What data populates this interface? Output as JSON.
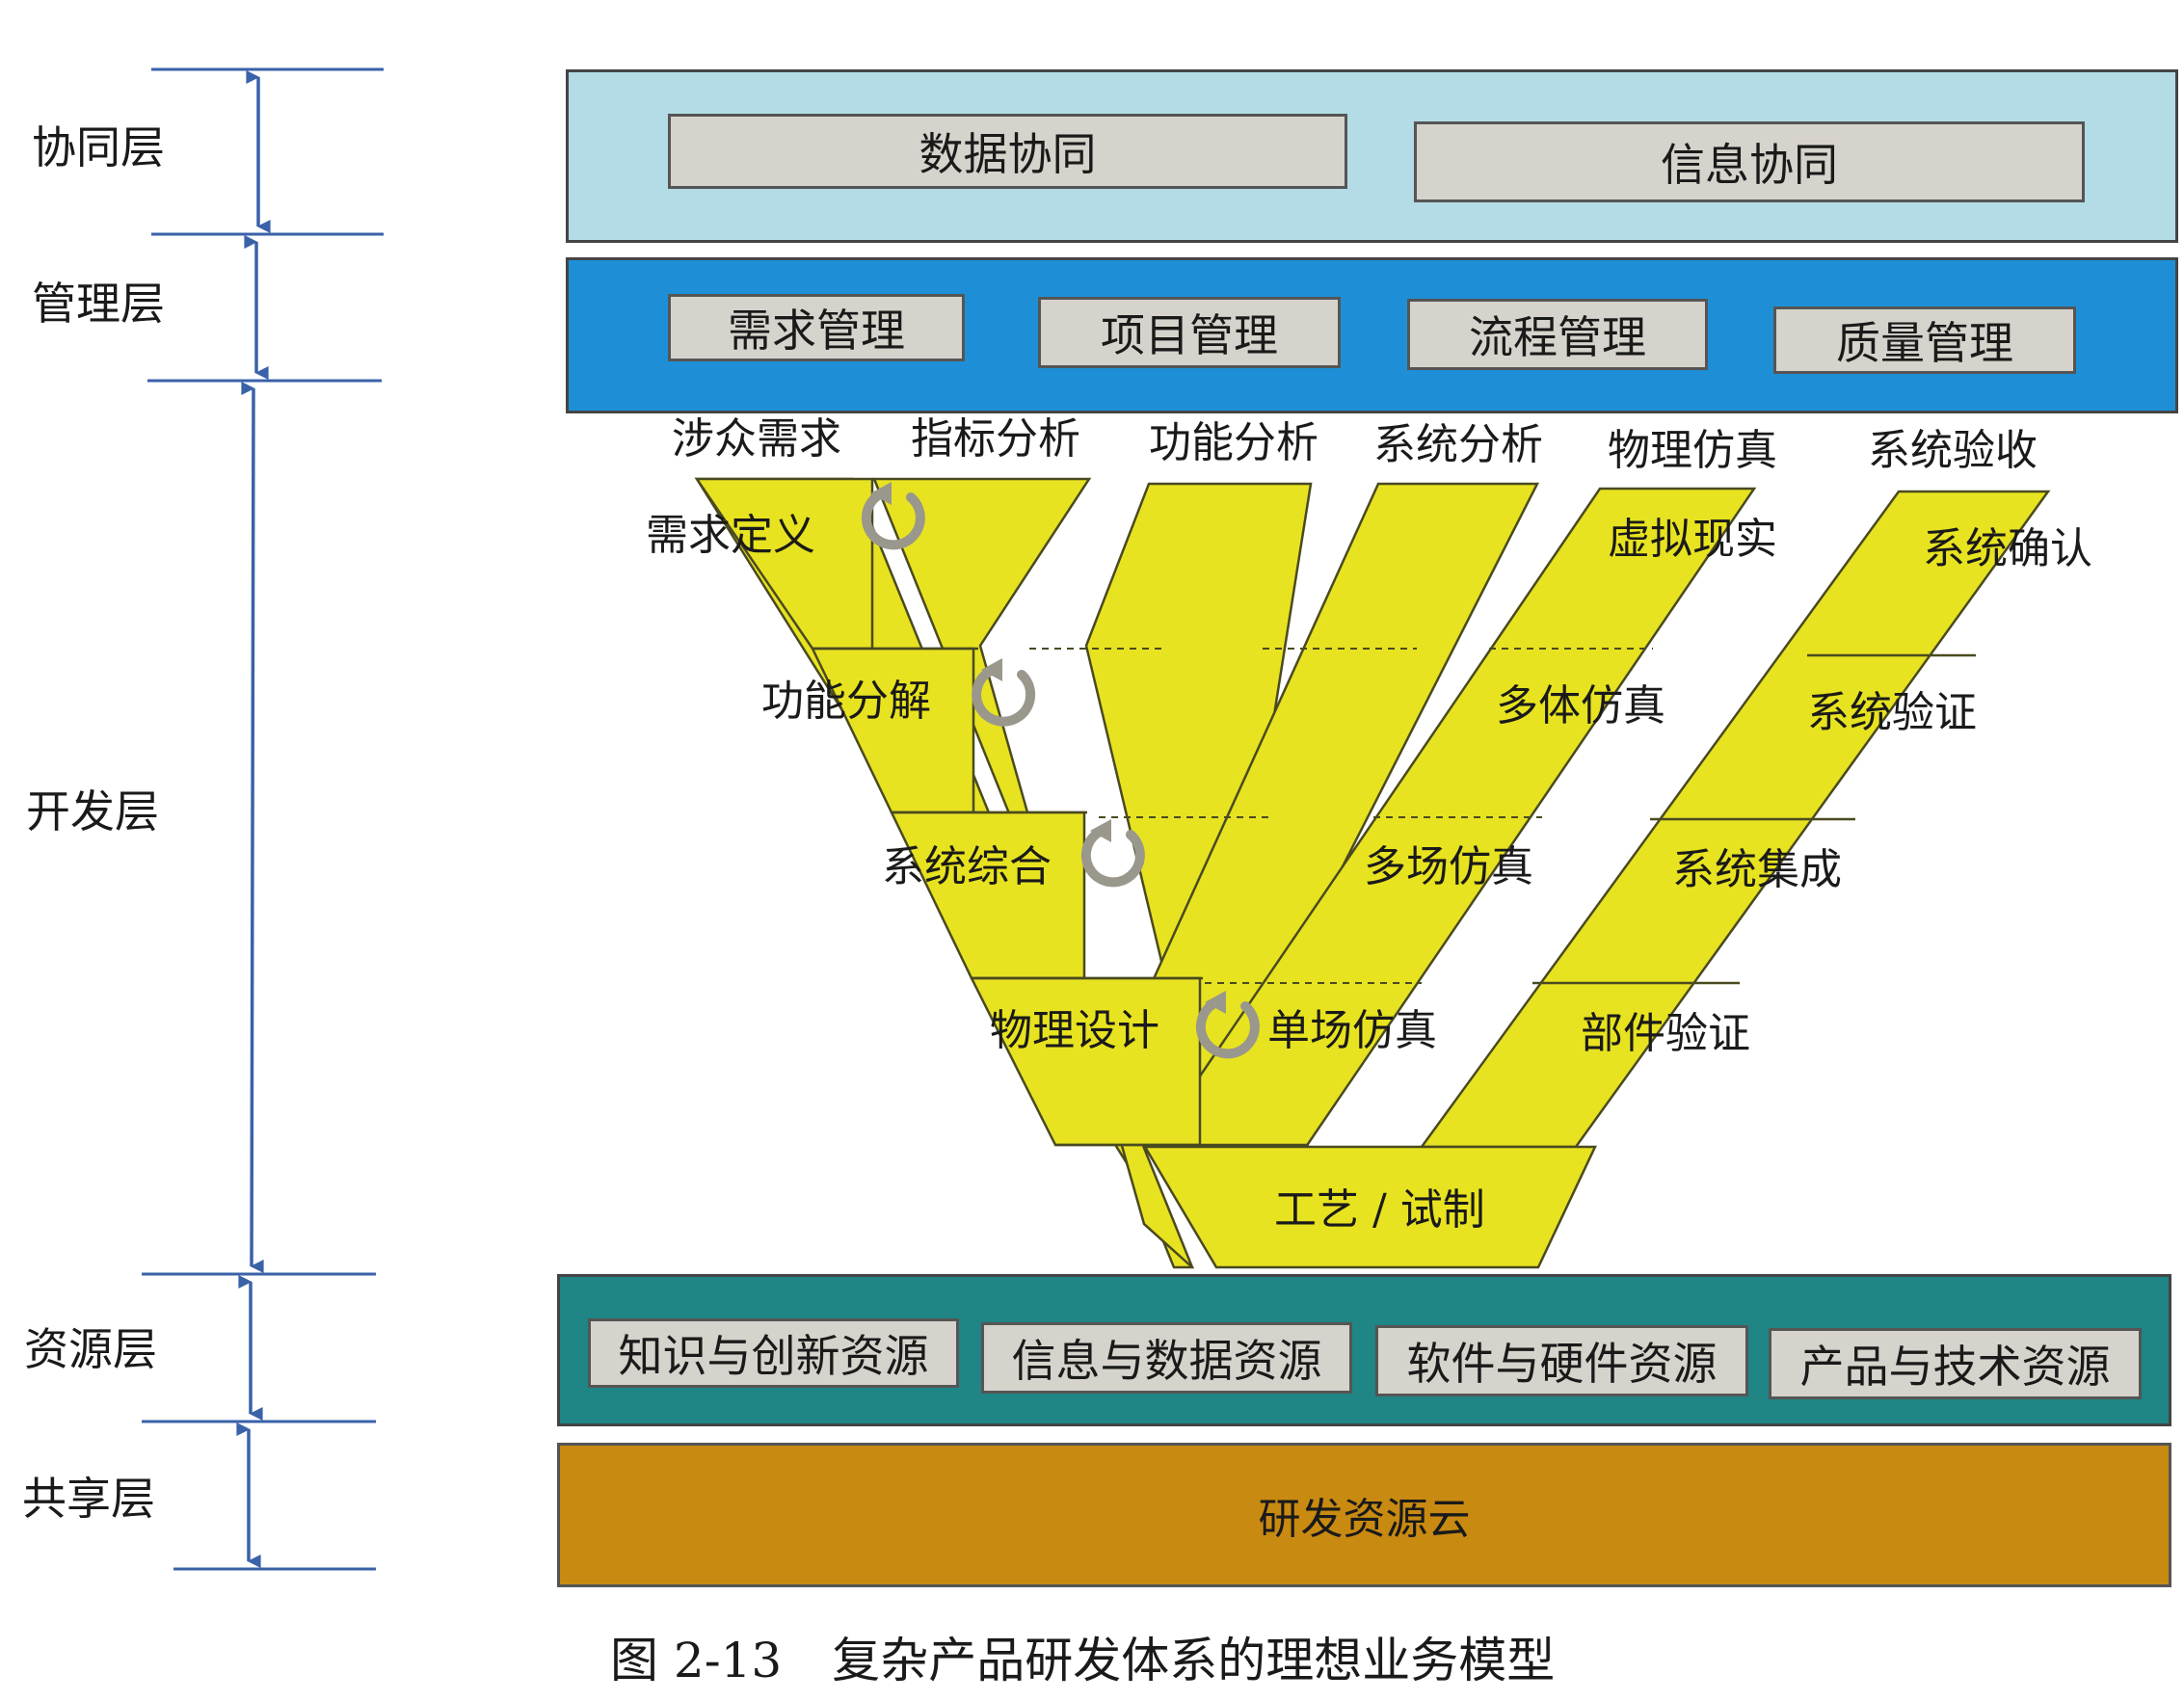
{
  "layers": {
    "collab": "协同层",
    "mgmt": "管理层",
    "dev": "开发层",
    "resource": "资源层",
    "share": "共享层"
  },
  "collab_boxes": [
    "数据协同",
    "信息协同"
  ],
  "mgmt_boxes": [
    "需求管理",
    "项目管理",
    "流程管理",
    "质量管理"
  ],
  "v_top_labels": [
    "涉众需求",
    "指标分析",
    "功能分析",
    "系统分析",
    "物理仿真",
    "系统验收"
  ],
  "v_left_labels": [
    "需求定义",
    "功能分解",
    "系统综合",
    "物理设计"
  ],
  "v_right_inner_labels": [
    "虚拟现实",
    "多体仿真",
    "多场仿真",
    "单场仿真"
  ],
  "v_right_outer_labels": [
    "系统确认",
    "系统验证",
    "系统集成",
    "部件验证"
  ],
  "v_bottom_label": "工艺 / 试制",
  "resource_boxes": [
    "知识与创新资源",
    "信息与数据资源",
    "软件与硬件资源",
    "产品与技术资源"
  ],
  "share_box": "研发资源云",
  "caption": {
    "number": "图 2-13",
    "title": "复杂产品研发体系的理想业务模型"
  },
  "colors": {
    "collab_band": "#b3dce6",
    "mgmt_band": "#1e8fd6",
    "resource_band": "#1f8585",
    "share_band": "#c98a12",
    "v_fill": "#e8e320",
    "box_fill": "#d6d3cc",
    "arrow": "#3a62a8",
    "loop_icon": "#9a978c"
  }
}
